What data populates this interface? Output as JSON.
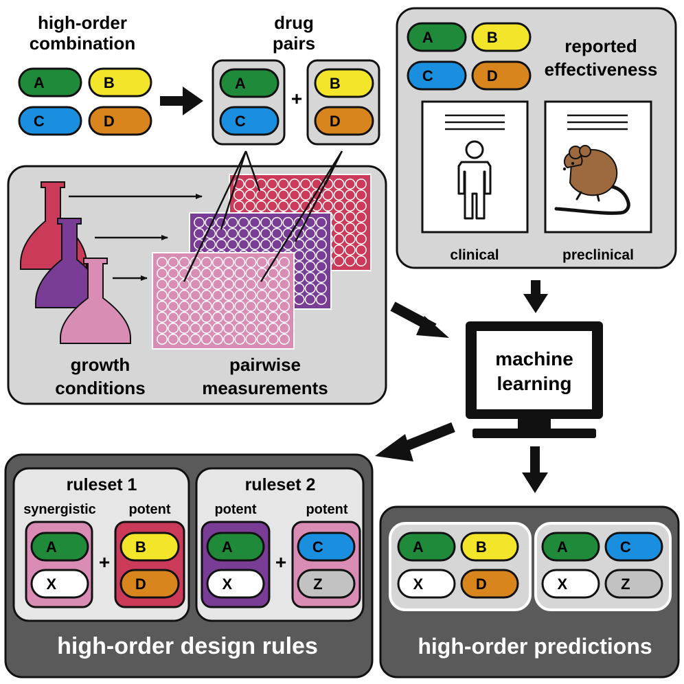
{
  "top": {
    "combo_title_line1": "high-order",
    "combo_title_line2": "combination",
    "pairs_title_line1": "drug",
    "pairs_title_line2": "pairs",
    "plus": "+"
  },
  "drugs": {
    "A": "A",
    "B": "B",
    "C": "C",
    "D": "D",
    "X": "X",
    "Z": "Z"
  },
  "effectiveness": {
    "title_line1": "reported",
    "title_line2": "effectiveness",
    "clinical": "clinical",
    "preclinical": "preclinical"
  },
  "experiment": {
    "growth_line1": "growth",
    "growth_line2": "conditions",
    "pairwise_line1": "pairwise",
    "pairwise_line2": "measurements"
  },
  "ml": {
    "line1": "machine",
    "line2": "learning"
  },
  "design": {
    "footer": "high-order design rules",
    "ruleset1": "ruleset 1",
    "ruleset2": "ruleset 2",
    "synergistic": "synergistic",
    "potent": "potent",
    "plus": "+"
  },
  "predictions": {
    "footer": "high-order predictions"
  },
  "colors": {
    "A": "#1e8a3a",
    "B": "#f2e52a",
    "C": "#1a8fe0",
    "D": "#d9851e",
    "X": "#ffffff",
    "Z": "#c2c2c2",
    "red_plate": "#cc3a5a",
    "purple_plate": "#7a3d96",
    "pink_plate": "#d98cb4",
    "panel_light": "#d6d6d6",
    "panel_dark": "#5a5a5a",
    "mouse": "#9c6a3e"
  }
}
